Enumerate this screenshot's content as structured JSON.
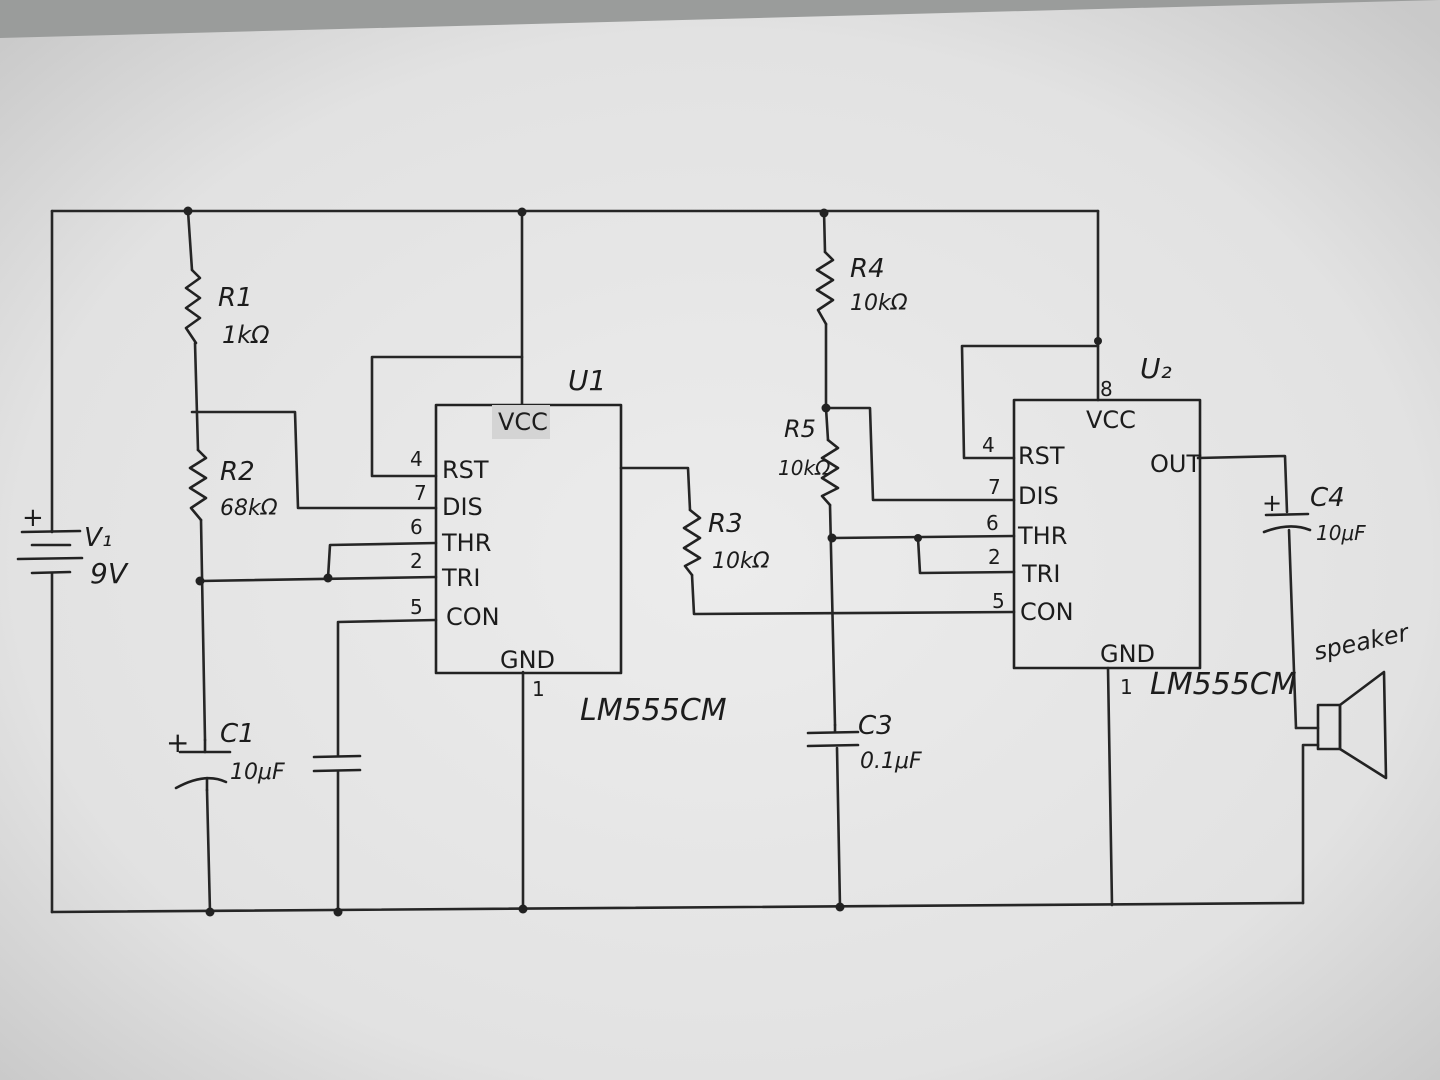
{
  "battery": {
    "name": "V₁",
    "value": "9V",
    "plus": "+"
  },
  "resistors": {
    "r1": {
      "name": "R1",
      "value": "1kΩ"
    },
    "r2": {
      "name": "R2",
      "value": "68kΩ"
    },
    "r3": {
      "name": "R3",
      "value": "10kΩ"
    },
    "r4": {
      "name": "R4",
      "value": "10kΩ"
    },
    "r5": {
      "name": "R5",
      "value": "10kΩ"
    }
  },
  "capacitors": {
    "c1": {
      "name": "C1",
      "value": "10μF",
      "plus": "+"
    },
    "c3": {
      "name": "C3",
      "value": "0.1μF"
    },
    "c4": {
      "name": "C4",
      "value": "10μF",
      "plus": "+"
    }
  },
  "ic1": {
    "ref": "U1",
    "part": "LM555CM",
    "vcc": "VCC",
    "gnd": "GND",
    "gnd_pin": "1",
    "pins": [
      {
        "num": "4",
        "name": "RST"
      },
      {
        "num": "7",
        "name": "DIS"
      },
      {
        "num": "6",
        "name": "THR"
      },
      {
        "num": "2",
        "name": "TRI"
      },
      {
        "num": "5",
        "name": "CON"
      }
    ]
  },
  "ic2": {
    "ref": "U₂",
    "part": "LM555CM",
    "vcc": "VCC",
    "vcc_pin": "8",
    "gnd": "GND",
    "gnd_pin": "1",
    "out": "OUT",
    "pins": [
      {
        "num": "4",
        "name": "RST"
      },
      {
        "num": "7",
        "name": "DIS"
      },
      {
        "num": "6",
        "name": "THR"
      },
      {
        "num": "2",
        "name": "TRI"
      },
      {
        "num": "5",
        "name": "CON"
      }
    ]
  },
  "speaker": {
    "label": "speaker"
  }
}
